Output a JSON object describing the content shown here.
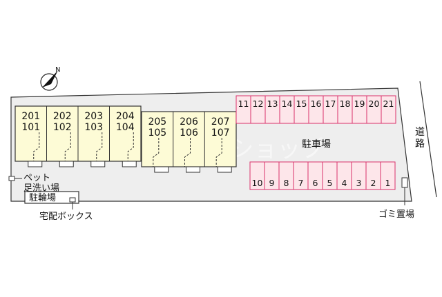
{
  "building_a_units": [
    {
      "upper": "201",
      "lower": "101"
    },
    {
      "upper": "202",
      "lower": "102"
    },
    {
      "upper": "203",
      "lower": "103"
    },
    {
      "upper": "204",
      "lower": "104"
    }
  ],
  "building_b_units": [
    {
      "upper": "205",
      "lower": "105"
    },
    {
      "upper": "206",
      "lower": "106"
    },
    {
      "upper": "207",
      "lower": "107"
    }
  ],
  "parking": {
    "label": "駐車場",
    "top_row": [
      "11",
      "12",
      "13",
      "14",
      "15",
      "16",
      "17",
      "18",
      "19",
      "20",
      "21"
    ],
    "bottom_row": [
      "10",
      "9",
      "8",
      "7",
      "6",
      "5",
      "4",
      "3",
      "2",
      "1"
    ]
  },
  "labels": {
    "pet_wash_line1": "ペット",
    "pet_wash_line2": "足洗い場",
    "bicycle_parking": "駐輪場",
    "delivery_box": "宅配ボックス",
    "garbage_area": "ゴミ置場",
    "road": "道路",
    "north": "N",
    "watermark": "アパマンショップ"
  },
  "colors": {
    "lot": "#eeeeee",
    "building_fill": "#fdfbd6",
    "parking_fill": "#fde6ea",
    "parking_stroke": "#d9306b",
    "outline": "#333333"
  }
}
